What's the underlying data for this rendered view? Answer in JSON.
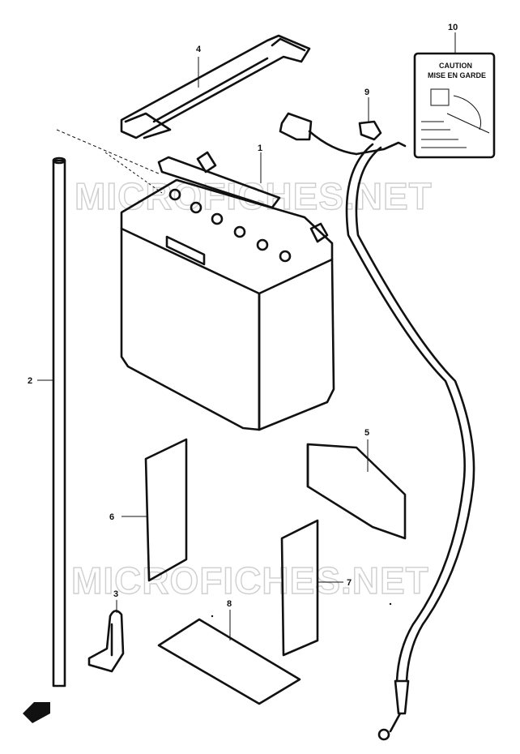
{
  "watermark": "MICROFICHES.NET",
  "callouts": {
    "c1": "1",
    "c2": "2",
    "c3": "3",
    "c4": "4",
    "c5": "5",
    "c6": "6",
    "c7": "7",
    "c8": "8",
    "c9": "9",
    "c10": "10"
  },
  "caution_label": {
    "title": "CAUTION",
    "subtitle": "MISE EN GARDE"
  },
  "parts": [
    {
      "no": "1",
      "name": "battery"
    },
    {
      "no": "2",
      "name": "breather-hose"
    },
    {
      "no": "3",
      "name": "hose-clamp"
    },
    {
      "no": "4",
      "name": "battery-band"
    },
    {
      "no": "5",
      "name": "pad"
    },
    {
      "no": "6",
      "name": "pad"
    },
    {
      "no": "7",
      "name": "pad"
    },
    {
      "no": "8",
      "name": "pad"
    },
    {
      "no": "9",
      "name": "battery-cable"
    },
    {
      "no": "10",
      "name": "caution-label"
    }
  ]
}
